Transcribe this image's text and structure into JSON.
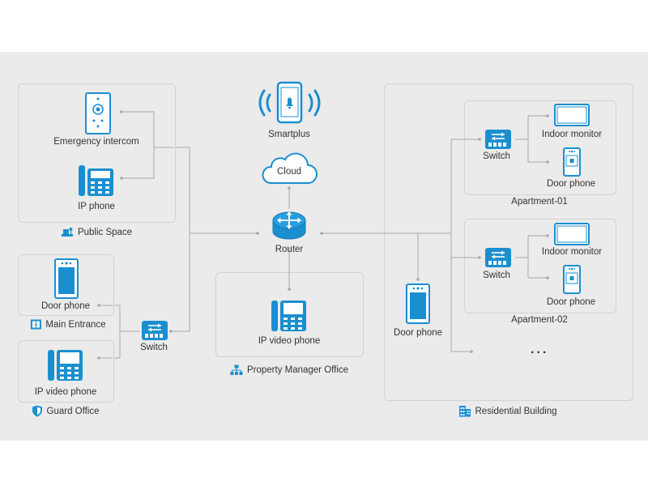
{
  "colors": {
    "accent": "#1a8fd0",
    "line": "#a8a8a8",
    "canvas": "#ebebeb"
  },
  "nodes": {
    "smartplus": "Smartplus",
    "cloud": "Cloud",
    "router": "Router",
    "emergency_intercom": "Emergency intercom",
    "ip_phone": "IP phone",
    "door_phone_main": "Door phone",
    "ip_video_phone_guard": "IP video phone",
    "switch_left": "Switch",
    "ip_video_phone_pm": "IP video phone",
    "door_phone_building": "Door phone",
    "switch_apt1": "Switch",
    "indoor_monitor_apt1": "Indoor monitor",
    "door_phone_apt1": "Door phone",
    "switch_apt2": "Switch",
    "indoor_monitor_apt2": "Indoor monitor",
    "door_phone_apt2": "Door phone",
    "more": "..."
  },
  "groups": {
    "public_space": {
      "label": "Public Space",
      "icon": "public-space-icon"
    },
    "main_entrance": {
      "label": "Main Entrance",
      "icon": "entrance-door-icon"
    },
    "guard_office": {
      "label": "Guard Office",
      "icon": "shield-icon"
    },
    "property_manager_office": {
      "label": "Property Manager Office",
      "icon": "org-chart-icon"
    },
    "apartment_01": {
      "label": "Apartment-01"
    },
    "apartment_02": {
      "label": "Apartment-02"
    },
    "residential_building": {
      "label": "Residential Building",
      "icon": "building-icon"
    }
  }
}
